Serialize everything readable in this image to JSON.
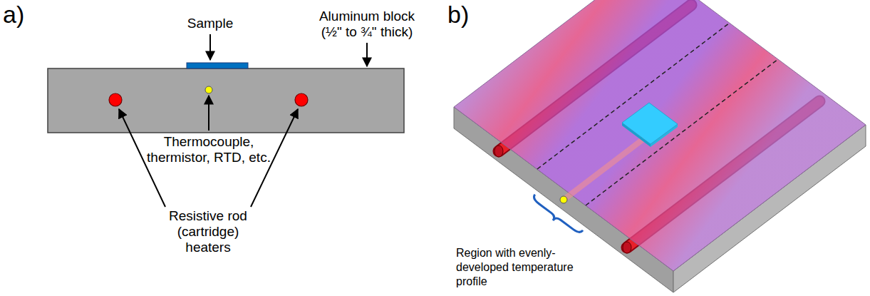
{
  "diagram": {
    "labels": [
      "a)",
      "b)",
      "Sample",
      "Aluminum block (½\" to ¾\" thick)",
      "Thermocouple, thermistor, RTD, etc.",
      "Resistive rod (cartridge) heaters",
      "Region with evenly-developed temperature profile"
    ]
  }
}
